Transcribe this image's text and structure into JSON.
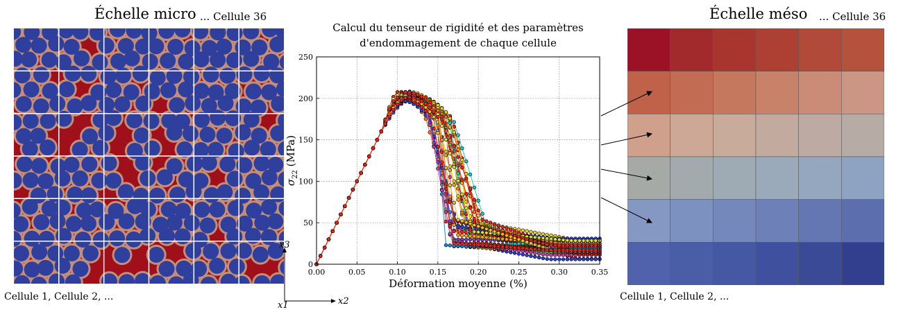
{
  "micro": {
    "title": "Échelle micro",
    "cell_note": "... Cellule 36",
    "caption": "Cellule 1,  Cellule 2,  ...",
    "colors": {
      "background": "#a0101a",
      "matrix_ring": "#c48e78",
      "fiber": "#2f3f9e",
      "grid": "#ffffff"
    }
  },
  "meso": {
    "title": "Échelle méso",
    "cell_note": "... Cellule 36",
    "caption": "Cellule 1,  Cellule 2,  ...",
    "grid_rows": 6,
    "grid_cols": 6
  },
  "axes_triad": {
    "x3": "x3",
    "x1": "x1",
    "x2": "x2"
  },
  "chart_data": {
    "type": "line",
    "title_line1": "Calcul du tenseur de rigidité et des paramètres",
    "title_line2": "d'endommagement de chaque cellule",
    "xlabel": "Déformation moyenne (%)",
    "ylabel_symbol": "σ",
    "ylabel_sub": "22",
    "ylabel_unit": " (MPa)",
    "xlim": [
      0,
      0.35
    ],
    "ylim": [
      0,
      250
    ],
    "xticks": [
      "0.00",
      "0.05",
      "0.10",
      "0.15",
      "0.20",
      "0.25",
      "0.30",
      "0.35"
    ],
    "yticks": [
      "0",
      "50",
      "100",
      "150",
      "200",
      "250"
    ],
    "grid": true,
    "series_count": 36,
    "elastic_slope": 2000,
    "peak_strain_range": [
      0.1,
      0.118
    ],
    "peak_stress_range": [
      196,
      209
    ],
    "residual_stress_range": [
      5,
      32
    ]
  }
}
